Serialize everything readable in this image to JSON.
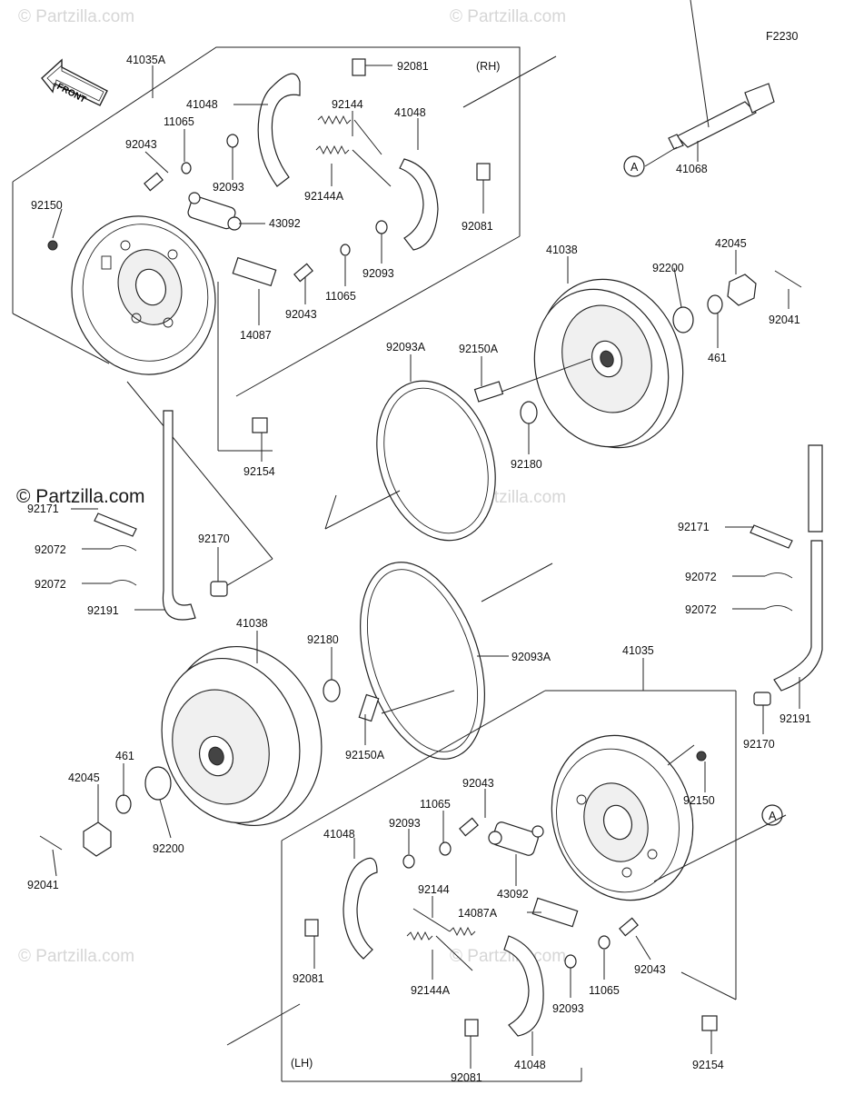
{
  "figure_code": "F2230",
  "front_arrow_text": "FRONT",
  "side_labels": {
    "rh": "(RH)",
    "lh": "(LH)"
  },
  "watermarks": {
    "top": "© Partzilla.com",
    "left_bold": "© Partzilla.com",
    "mid": "© Partzilla.com",
    "bottom": "© Partzilla.com"
  },
  "callout_ref": "A",
  "part_labels": {
    "p41035A": "41035A",
    "p92081_rh_top": "92081",
    "p41048_rh_a": "41048",
    "p92144_rh": "92144",
    "p11065_rh_a": "11065",
    "p41048_rh_b": "41048",
    "p92043_rh_a": "92043",
    "p92093_rh_a": "92093",
    "p92144A_rh": "92144A",
    "p92150_rh": "92150",
    "p43092_rh": "43092",
    "p92081_rh_b": "92081",
    "p92093_rh_b": "92093",
    "p11065_rh_b": "11065",
    "p92043_rh_b": "92043",
    "p14087": "14087",
    "p41068": "41068",
    "p41038_rh": "41038",
    "p42045_rh": "42045",
    "p92200_rh": "92200",
    "p92041_rh": "92041",
    "p461_rh": "461",
    "p92093A_top": "92093A",
    "p92150A_rh": "92150A",
    "p92180_rh": "92180",
    "p92154_rh": "92154",
    "p92171_left": "92171",
    "p92072_left_a": "92072",
    "p92072_left_b": "92072",
    "p92170_left": "92170",
    "p92191_left": "92191",
    "p92171_right": "92171",
    "p92072_right_a": "92072",
    "p92072_right_b": "92072",
    "p41038_lh": "41038",
    "p92180_lh": "92180",
    "p92093A_lh": "92093A",
    "p41035": "41035",
    "p92191_right": "92191",
    "p92170_right": "92170",
    "p92150A_lh": "92150A",
    "p461_lh": "461",
    "p42045_lh": "42045",
    "p92200_lh": "92200",
    "p92041_lh": "92041",
    "p92150_lh": "92150",
    "p92043_lh_a": "92043",
    "p11065_lh_a": "11065",
    "p92093_lh_a": "92093",
    "p41048_lh_a": "41048",
    "p92144_lh": "92144",
    "p43092_lh": "43092",
    "p14087A": "14087A",
    "p92081_lh_a": "92081",
    "p92144A_lh": "92144A",
    "p92043_lh_b": "92043",
    "p11065_lh_b": "11065",
    "p92093_lh_b": "92093",
    "p92081_lh_b": "92081",
    "p41048_lh_b": "41048",
    "p92154_lh": "92154"
  }
}
